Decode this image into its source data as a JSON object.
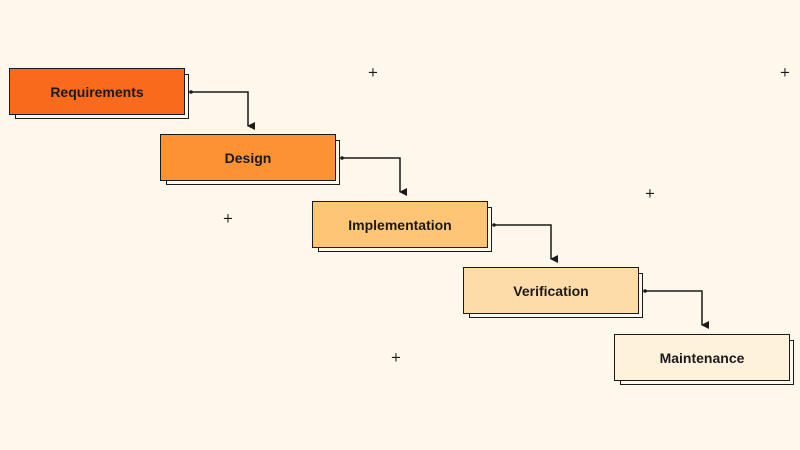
{
  "steps": [
    {
      "label": "Requirements",
      "color": "#fa6a1c"
    },
    {
      "label": "Design",
      "color": "#fd9235"
    },
    {
      "label": "Implementation",
      "color": "#fec674"
    },
    {
      "label": "Verification",
      "color": "#fedcaa"
    },
    {
      "label": "Maintenance",
      "color": "#fff2dc"
    }
  ],
  "decorations": {
    "plus_symbol": "+"
  }
}
